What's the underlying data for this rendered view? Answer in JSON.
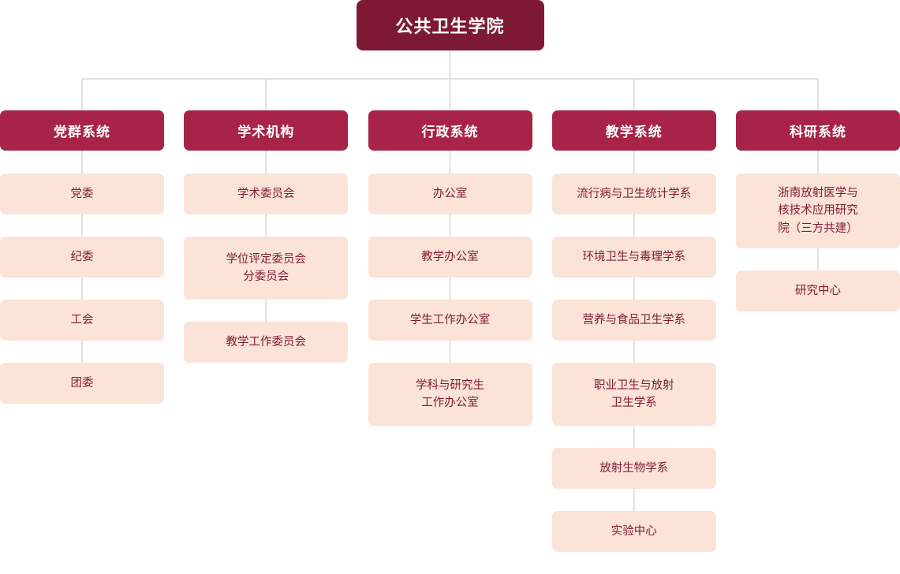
{
  "root": {
    "label": "公共卫生学院"
  },
  "colors": {
    "root_bg": "#7E1934",
    "section_bg": "#A82348",
    "leaf_bg": "#FCE3D7",
    "leaf_text": "#7E1934",
    "connector": "#D8D8D8",
    "page_bg": "#FFFFFF"
  },
  "columns": [
    {
      "header": "党群系统",
      "items": [
        {
          "label": "党委",
          "lines": 1
        },
        {
          "label": "纪委",
          "lines": 1
        },
        {
          "label": "工会",
          "lines": 1
        },
        {
          "label": "团委",
          "lines": 1
        }
      ]
    },
    {
      "header": "学术机构",
      "items": [
        {
          "label": "学术委员会",
          "lines": 1
        },
        {
          "label": "学位评定委员会\n分委员会",
          "lines": 2
        },
        {
          "label": "教学工作委员会",
          "lines": 1
        }
      ]
    },
    {
      "header": "行政系统",
      "items": [
        {
          "label": "办公室",
          "lines": 1
        },
        {
          "label": "教学办公室",
          "lines": 1
        },
        {
          "label": "学生工作办公室",
          "lines": 1
        },
        {
          "label": "学科与研究生\n工作办公室",
          "lines": 2
        }
      ]
    },
    {
      "header": "教学系统",
      "items": [
        {
          "label": "流行病与卫生统计学系",
          "lines": 1
        },
        {
          "label": "环境卫生与毒理学系",
          "lines": 1
        },
        {
          "label": "营养与食品卫生学系",
          "lines": 1
        },
        {
          "label": "职业卫生与放射\n卫生学系",
          "lines": 2
        },
        {
          "label": "放射生物学系",
          "lines": 1
        },
        {
          "label": "实验中心",
          "lines": 1
        }
      ]
    },
    {
      "header": "科研系统",
      "items": [
        {
          "label": "浙南放射医学与\n核技术应用研究\n院（三方共建）",
          "lines": 3
        },
        {
          "label": "研究中心",
          "lines": 1
        }
      ]
    }
  ]
}
